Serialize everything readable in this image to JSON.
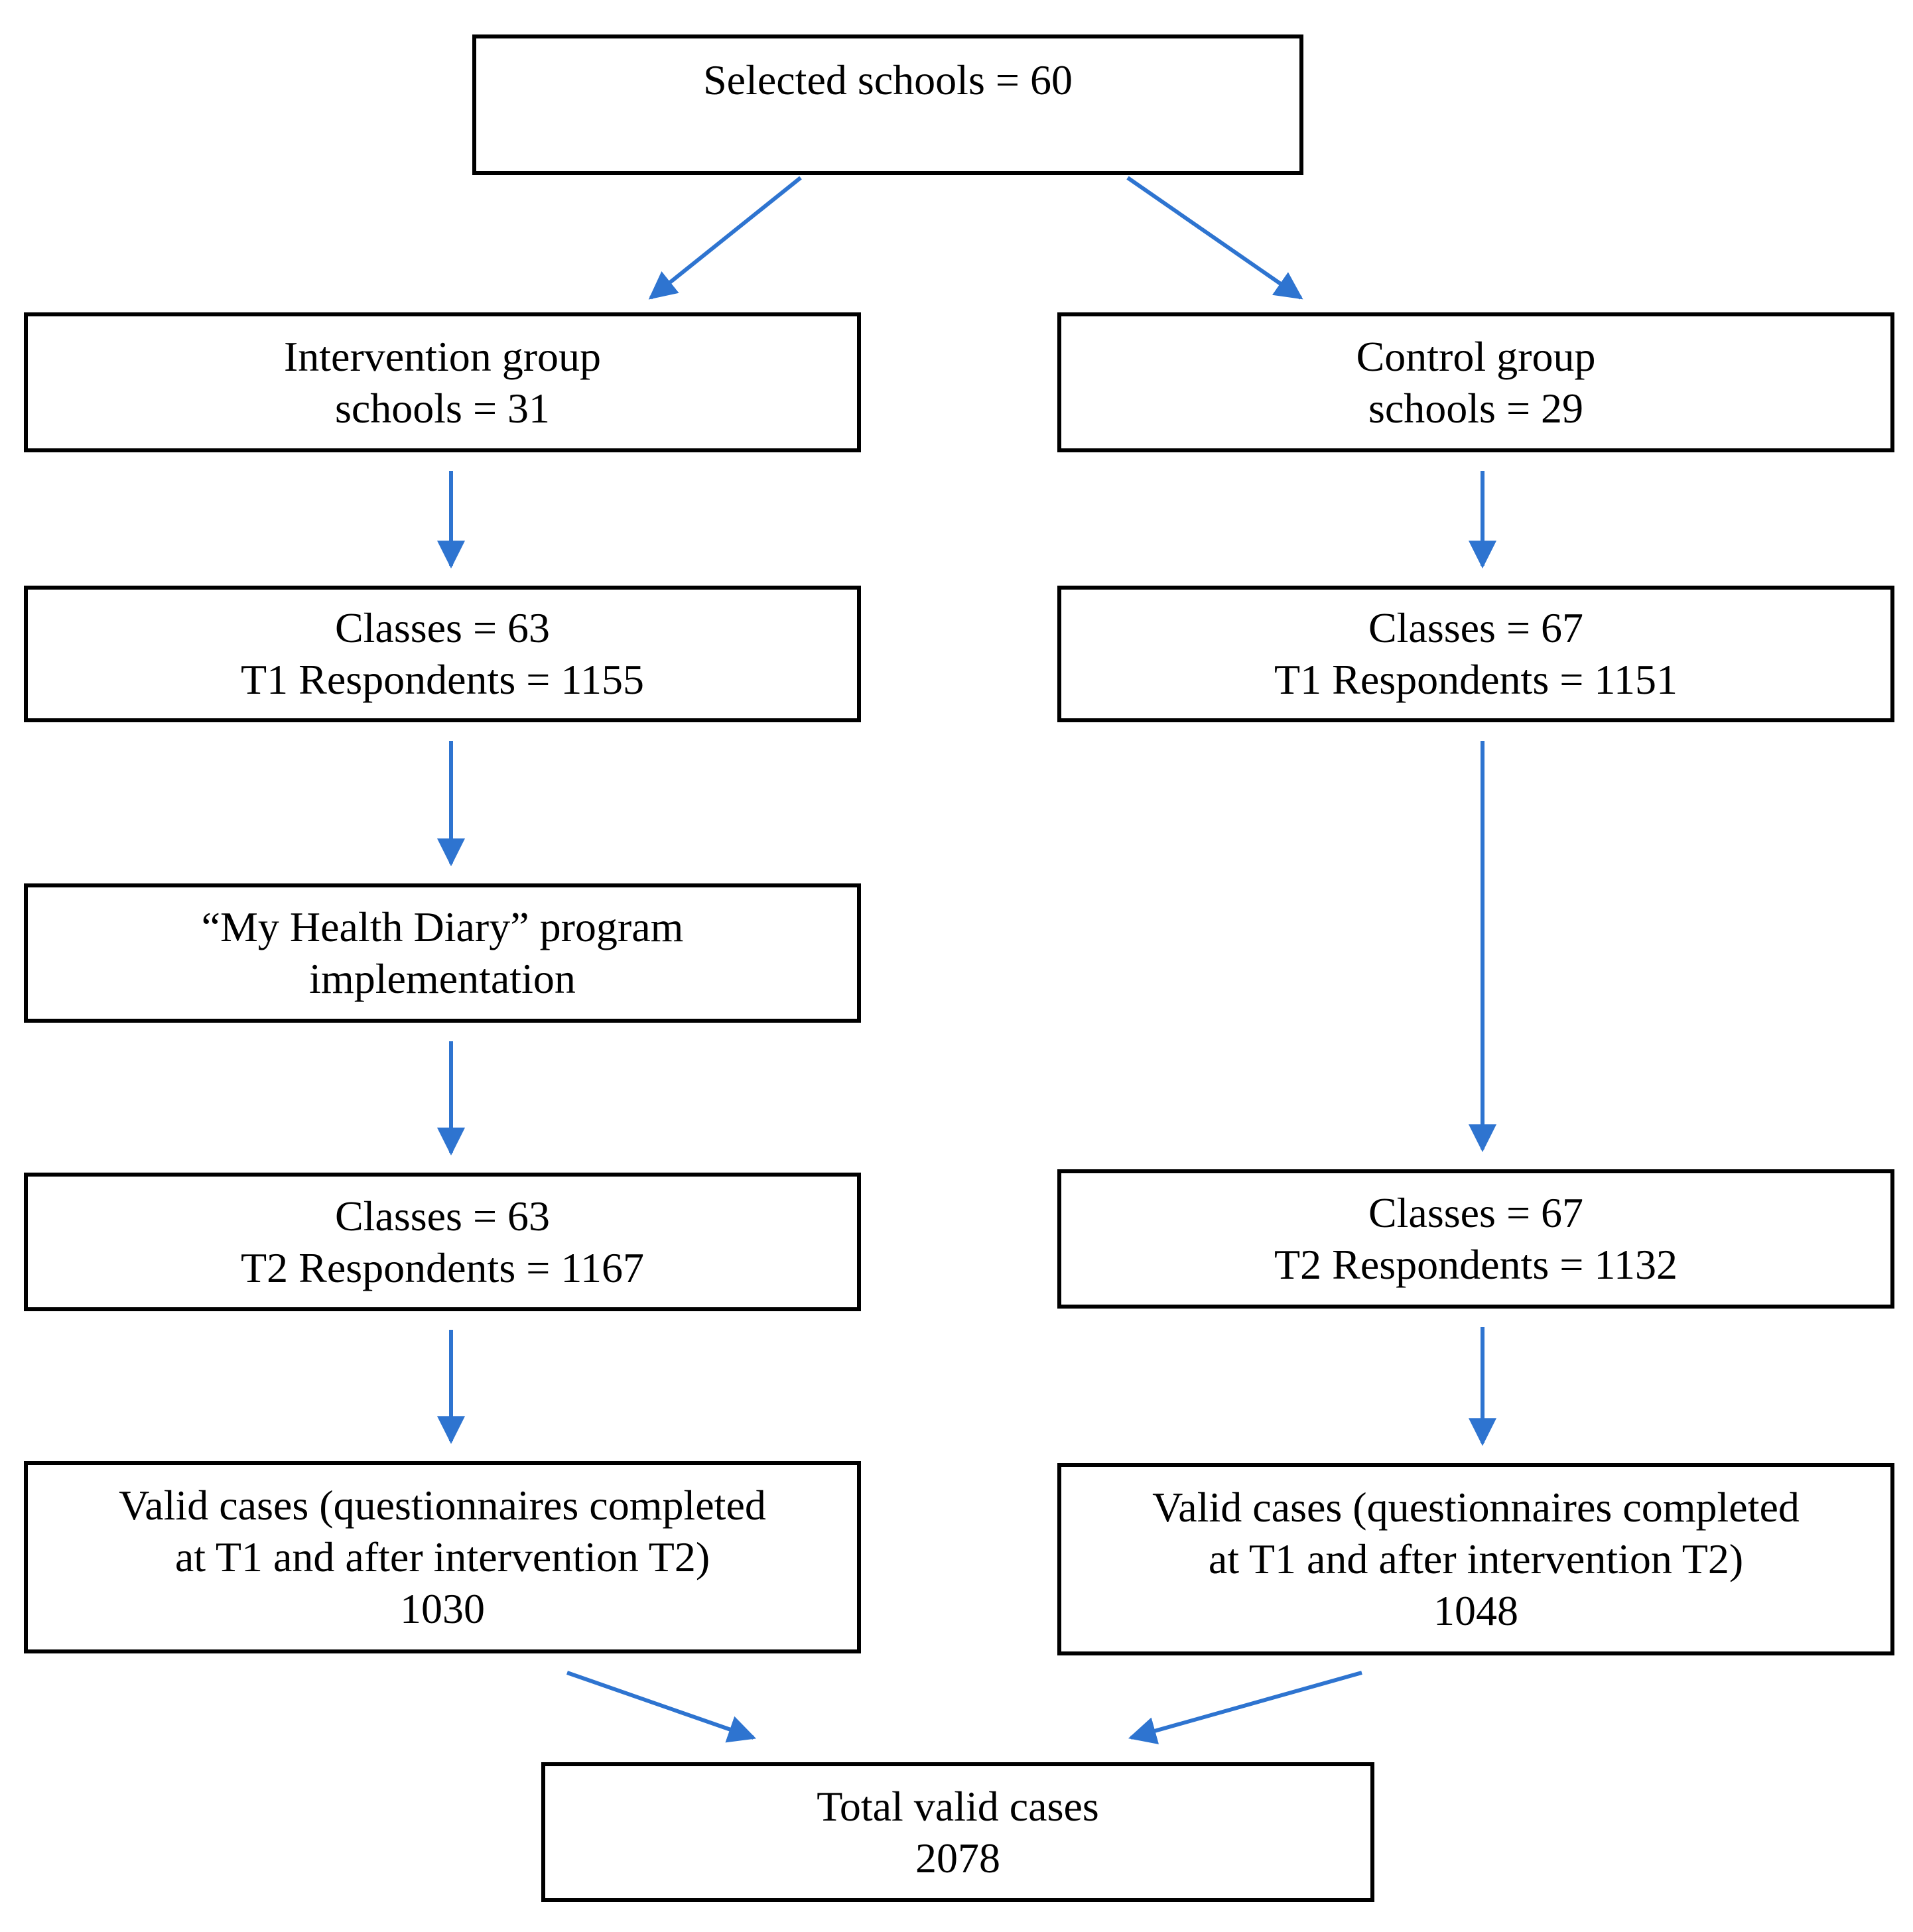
{
  "diagram": {
    "title_hint": "Study participant flow diagram",
    "colors": {
      "arrow": "#2e74d0",
      "box_border": "#000000",
      "text": "#000000",
      "background": "#ffffff"
    },
    "nodes": {
      "selected_schools": {
        "lines": [
          "Selected schools = 60"
        ]
      },
      "intervention_group": {
        "lines": [
          "Intervention group",
          "schools = 31"
        ]
      },
      "control_group": {
        "lines": [
          "Control group",
          "schools = 29"
        ]
      },
      "intervention_t1": {
        "lines": [
          "Classes = 63",
          "T1 Respondents = 1155"
        ]
      },
      "control_t1": {
        "lines": [
          "Classes = 67",
          "T1 Respondents = 1151"
        ]
      },
      "program_implementation": {
        "lines": [
          "“My Health Diary” program",
          "implementation"
        ]
      },
      "intervention_t2": {
        "lines": [
          "Classes = 63",
          "T2 Respondents = 1167"
        ]
      },
      "control_t2": {
        "lines": [
          "Classes = 67",
          "T2 Respondents = 1132"
        ]
      },
      "intervention_valid": {
        "lines": [
          "Valid cases (questionnaires completed",
          "at T1 and after intervention T2)",
          "1030"
        ]
      },
      "control_valid": {
        "lines": [
          "Valid cases (questionnaires completed",
          "at T1 and after intervention T2)",
          "1048"
        ]
      },
      "total_valid": {
        "lines": [
          "Total valid cases",
          "2078"
        ]
      }
    },
    "edges": [
      {
        "from": "selected_schools",
        "to": "intervention_group"
      },
      {
        "from": "selected_schools",
        "to": "control_group"
      },
      {
        "from": "intervention_group",
        "to": "intervention_t1"
      },
      {
        "from": "control_group",
        "to": "control_t1"
      },
      {
        "from": "intervention_t1",
        "to": "program_implementation"
      },
      {
        "from": "control_t1",
        "to": "control_t2"
      },
      {
        "from": "program_implementation",
        "to": "intervention_t2"
      },
      {
        "from": "intervention_t2",
        "to": "intervention_valid"
      },
      {
        "from": "control_t2",
        "to": "control_valid"
      },
      {
        "from": "intervention_valid",
        "to": "total_valid"
      },
      {
        "from": "control_valid",
        "to": "total_valid"
      }
    ]
  }
}
